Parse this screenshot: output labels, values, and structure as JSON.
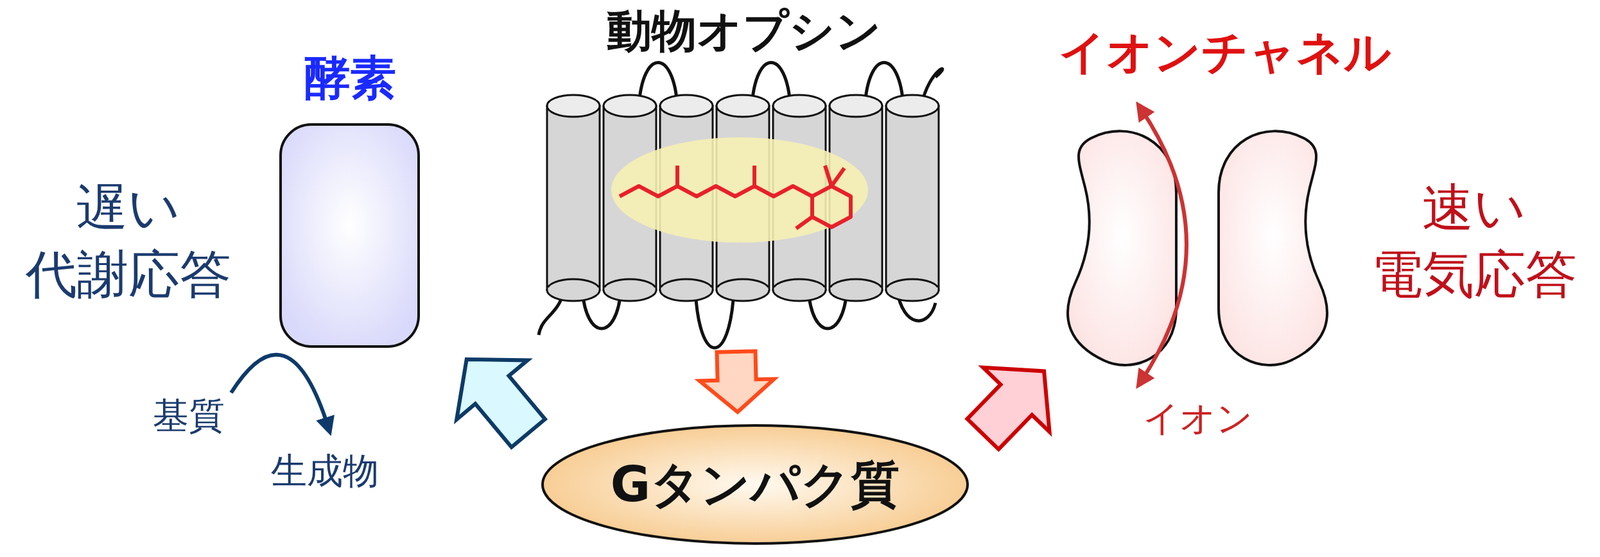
{
  "diagram": {
    "nodes": [
      {
        "text": [
          "動物オプシン"
        ]
      },
      {
        "text": [
          "酵素"
        ]
      },
      {
        "text": [
          "Gタンパク質"
        ]
      },
      {
        "text": [
          "イオンチャネル"
        ]
      }
    ],
    "edges": [
      {
        "from": 0,
        "to": 2,
        "arrow": "to"
      },
      {
        "from": 2,
        "to": 1,
        "arrow": "to"
      },
      {
        "from": 2,
        "to": 3,
        "arrow": "to"
      }
    ],
    "labels": [
      "遅い 代謝応答",
      "基質",
      "生成物",
      "速い 電気応答",
      "イオン"
    ]
  }
}
